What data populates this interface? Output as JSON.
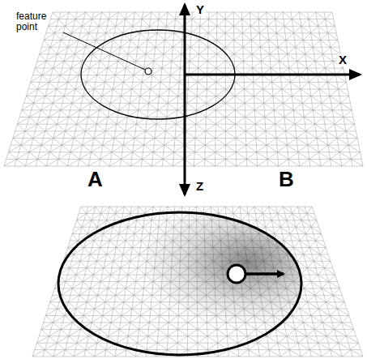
{
  "diagram": {
    "labels": [
      "feature point",
      "Y",
      "X",
      "Z",
      "A",
      "B"
    ]
  }
}
